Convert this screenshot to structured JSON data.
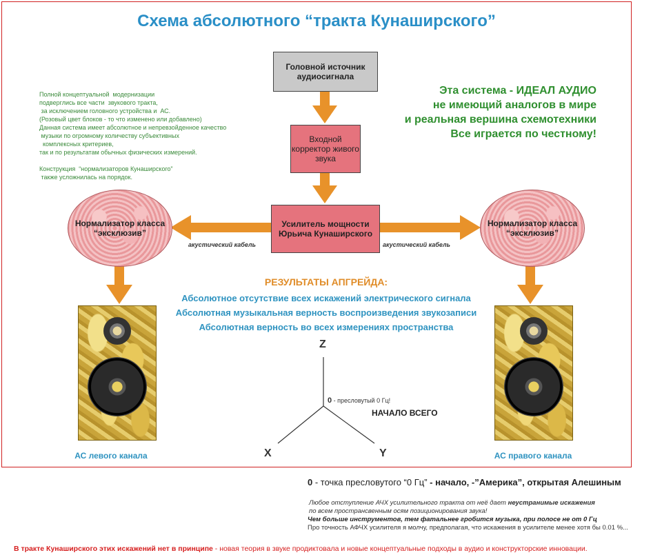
{
  "title": "Схема  абсолютного “тракта Кунаширского”",
  "blocks": {
    "source": "Головной источник аудиосигнала",
    "corrector": "Входной корректор живого звука",
    "amplifier": "Усилитель мощности Юрьича Кунаширского",
    "normalizer_left": "Нормализатор класса “эксклюзив”",
    "normalizer_right": "Нормализатор класса “эксклюзив”",
    "cable_left": "акустический кабель",
    "cable_right": "акустический кабель",
    "speaker_left": "АС левого канала",
    "speaker_right": "АС правого канала"
  },
  "note_lines": [
    "Полной концептуальной  модернизации",
    "подверглись все части  звукового тракта,",
    " за исключением головного устройства и  АС.",
    "(Розовый цвет блоков - то что изменено или добавлено)",
    "Данная система имеет абсолютное и непревзойденное качество",
    " музыки по огромному количеству субъективных",
    "  комплексных критериев,",
    "так и по результатам обычных физических измерений.",
    "",
    "Конструкция  “нормализаторов Кунаширского”",
    " также усложнилась на порядок."
  ],
  "ideal_lines": [
    "Эта система -  ИДЕАЛ АУДИО",
    "не имеющий аналогов в мире",
    "и реальная вершина схемотехники",
    "Все играется по честному!"
  ],
  "results": {
    "heading": "РЕЗУЛЬТАТЫ АПГРЕЙДА:",
    "items": [
      "Абсолютное отсутствие всех искажений электрического сигнала",
      "Абсолютная музыкальная верность воспроизведения звукозаписи",
      "Абсолютная верность во всех измерениях пространства"
    ]
  },
  "axes": {
    "z": "Z",
    "x": "X",
    "y": "Y",
    "origin": "0",
    "origin_note": " - пресловутый 0 Гц!",
    "start": "НАЧАЛО ВСЕГО"
  },
  "footer": {
    "zero_num": "0",
    "zero_mid": " - точка пресловутого “0 Гц” ",
    "zero_bold": "- начало, -”Америка”, открытая Алешиным",
    "l1a": "Любое отступление АЧХ усилительного тракта от неё дает ",
    "l1b": "неустранимые искажения",
    "l2": " по всем пространсвенным  осям позиционирования звука!",
    "l3": "Чем больше инструментов, тем фатальнее гробится музыка, при полосе не от 0 Гц",
    "l4": "Про точность АФЧХ усилителя я молчу, предполагая, что искажения в усилителе менее хотя бы  0.01 %...",
    "bottom_red": "В тракте Кунаширского этих искажений нет в принципе",
    "bottom_rest": " - новая теория в звуке продиктовала и новые концептуальные подходы в аудио и конструкторские инновации."
  },
  "colors": {
    "arrow": "#e8922a",
    "title": "#2a8fc7",
    "pink_block": "#e5737d",
    "gray_block": "#c9c9c9",
    "green_text": "#2f8f2f",
    "blue_text": "#2f93c0",
    "red_text": "#d62020"
  }
}
